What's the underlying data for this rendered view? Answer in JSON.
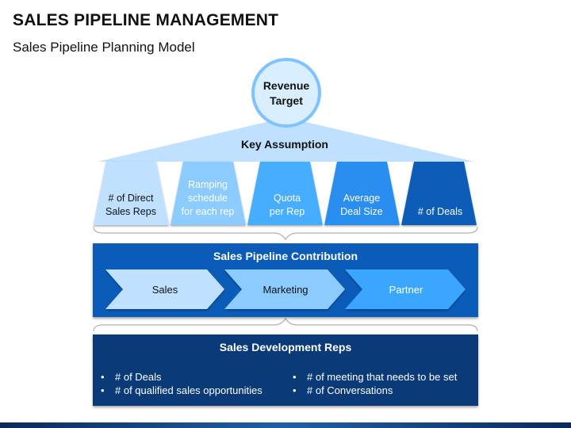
{
  "header": {
    "title": "SALES PIPELINE MANAGEMENT",
    "subtitle": "Sales Pipeline Planning Model"
  },
  "revenue_target": {
    "line1": "Revenue",
    "line2": "Target"
  },
  "key_assumption": "Key Assumption",
  "assumptions": [
    {
      "line1": "# of Direct",
      "line2": "Sales Reps",
      "color": "#bfe0ff",
      "text_color": "#111111"
    },
    {
      "line1": "Ramping",
      "line2": "schedule",
      "line3": "for each rep",
      "color": "#8ccbff",
      "text_color": "#ffffff"
    },
    {
      "line1": "Quota",
      "line2": "per Rep",
      "color": "#46adff",
      "text_color": "#ffffff"
    },
    {
      "line1": "Average",
      "line2": "Deal Size",
      "color": "#2a8df0",
      "text_color": "#ffffff"
    },
    {
      "line1": "# of Deals",
      "color": "#0a5cb8",
      "text_color": "#ffffff"
    }
  ],
  "contribution": {
    "title": "Sales Pipeline Contribution",
    "steps": [
      {
        "label": "Sales",
        "color": "#bfe0ff",
        "text_color": "#111111"
      },
      {
        "label": "Marketing",
        "color": "#8ccbff",
        "text_color": "#111111"
      },
      {
        "label": "Partner",
        "color": "#3aa6ff",
        "text_color": "#ffffff"
      }
    ]
  },
  "reps": {
    "title": "Sales Development Reps",
    "left_bullets": [
      "# of Deals",
      "# of qualified sales opportunities"
    ],
    "right_bullets": [
      "# of meeting that needs to be set",
      "# of Conversations"
    ]
  },
  "colors": {
    "banner_mid": "#0a5cb8",
    "banner_dark": "#0b3a78",
    "fan": "#bfe0ff",
    "circle_fill": "#d9eeff",
    "circle_stroke": "#7ec3ff"
  }
}
